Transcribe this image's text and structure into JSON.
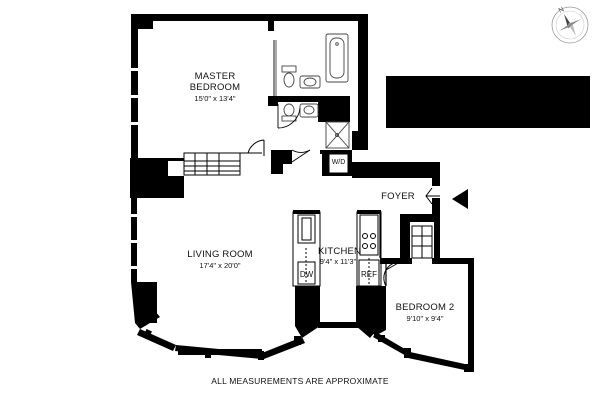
{
  "rooms": {
    "master_bedroom": {
      "name_line1": "MASTER",
      "name_line2": "BEDROOM",
      "dims": "15'0\" x 13'4\""
    },
    "living_room": {
      "name": "LIVING ROOM",
      "dims": "17'4\" x 20'0\""
    },
    "kitchen": {
      "name": "KITCHEN",
      "dims": "9'4\" x 11'3\""
    },
    "bedroom_2": {
      "name": "BEDROOM 2",
      "dims": "9'10\" x 9'4\""
    },
    "foyer": {
      "name": "FOYER"
    }
  },
  "fixtures": {
    "washer_dryer": "W/D",
    "dishwasher": "DW",
    "refrigerator": "REF"
  },
  "footer": {
    "note": "ALL MEASUREMENTS ARE APPROXIMATE"
  },
  "compass": {
    "north_letter": "N",
    "icon": "compass-rose-icon"
  },
  "entry": {
    "icon": "entry-arrow-icon"
  },
  "colors": {
    "wall": "#000000",
    "background": "#ffffff",
    "fixture_line": "#555555"
  }
}
